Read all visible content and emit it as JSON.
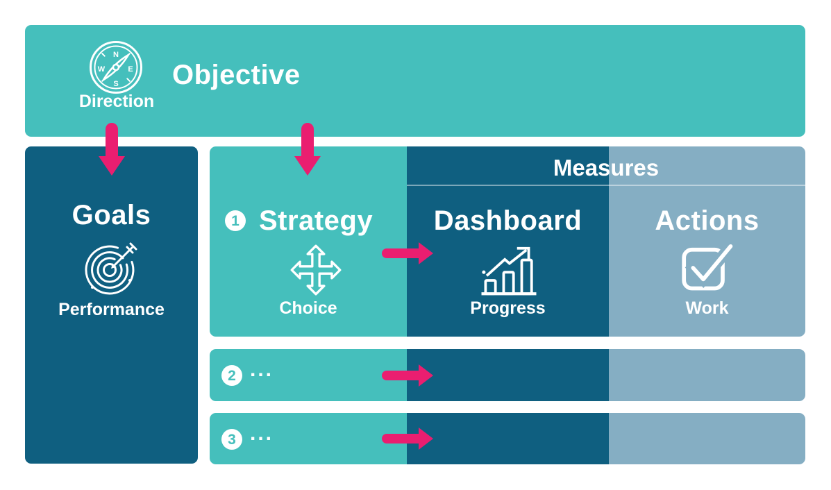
{
  "colors": {
    "teal": "#45BFBC",
    "dark_blue": "#0F5F80",
    "light_blue": "#85AEC3",
    "pink": "#EA1E70",
    "text": "#FFFFFF"
  },
  "objective": {
    "title": "Objective",
    "icon": "compass-icon",
    "icon_label": "Direction"
  },
  "goals": {
    "title": "Goals",
    "icon": "target-icon",
    "icon_label": "Performance"
  },
  "measures": {
    "header": "Measures"
  },
  "strategy_rows": [
    {
      "number": "1",
      "strategy_title": "Strategy",
      "strategy_icon": "move-arrows-icon",
      "strategy_label": "Choice",
      "dashboard_title": "Dashboard",
      "dashboard_icon": "growth-chart-icon",
      "dashboard_label": "Progress",
      "actions_title": "Actions",
      "actions_icon": "checkbox-icon",
      "actions_label": "Work"
    },
    {
      "number": "2",
      "placeholder": "..."
    },
    {
      "number": "3",
      "placeholder": "..."
    }
  ],
  "compass": {
    "n": "N",
    "e": "E",
    "s": "S",
    "w": "W"
  }
}
